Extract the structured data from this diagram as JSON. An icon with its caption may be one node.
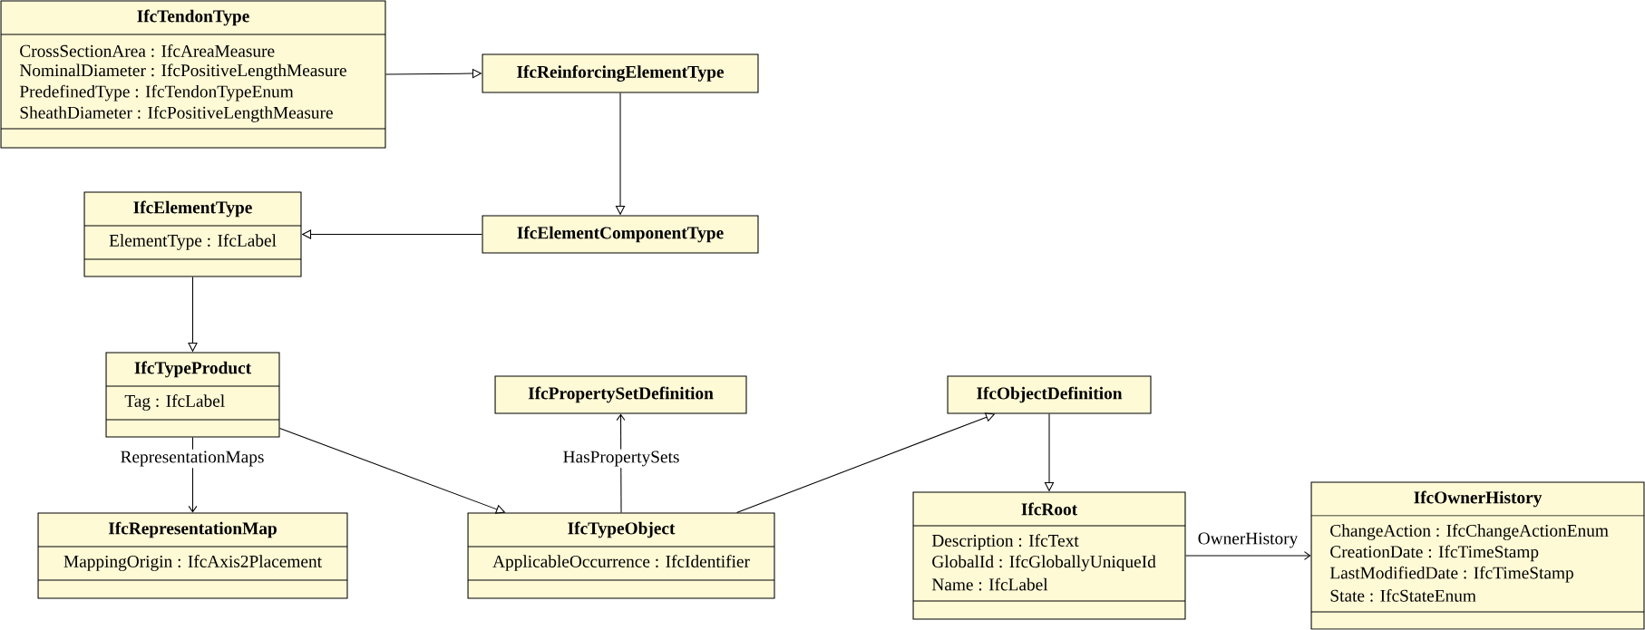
{
  "diagram": {
    "nodes": [
      {
        "text": [
          "IfcTendonType",
          "CrossSectionArea : IfcAreaMeasure",
          "NominalDiameter : IfcPositiveLengthMeasure",
          "PredefinedType : IfcTendonTypeEnum",
          "SheathDiameter : IfcPositiveLengthMeasure"
        ]
      },
      {
        "text": [
          "IfcReinforcingElementType"
        ]
      },
      {
        "text": [
          "IfcElementType",
          "ElementType : IfcLabel"
        ]
      },
      {
        "text": [
          "IfcElementComponentType"
        ]
      },
      {
        "text": [
          "IfcTypeProduct",
          "Tag : IfcLabel"
        ]
      },
      {
        "text": [
          "IfcPropertySetDefinition"
        ]
      },
      {
        "text": [
          "IfcObjectDefinition"
        ]
      },
      {
        "text": [
          "IfcRepresentationMap",
          "MappingOrigin : IfcAxis2Placement"
        ]
      },
      {
        "text": [
          "IfcTypeObject",
          "ApplicableOccurrence : IfcIdentifier"
        ]
      },
      {
        "text": [
          "IfcRoot",
          "Description : IfcText",
          "GlobalId : IfcGloballyUniqueId",
          "Name : IfcLabel"
        ]
      },
      {
        "text": [
          "IfcOwnerHistory",
          "ChangeAction : IfcChangeActionEnum",
          "CreationDate : IfcTimeStamp",
          "LastModifiedDate : IfcTimeStamp",
          "State : IfcStateEnum"
        ]
      }
    ],
    "edges": [
      {
        "from": 0,
        "to": 1,
        "arrow": "to"
      },
      {
        "from": 1,
        "to": 3,
        "arrow": "to"
      },
      {
        "from": 3,
        "to": 2,
        "arrow": "to"
      },
      {
        "from": 2,
        "to": 4,
        "arrow": "to"
      },
      {
        "from": 4,
        "to": 7,
        "arrow": "to",
        "label": "RepresentationMaps"
      },
      {
        "from": 4,
        "to": 8,
        "arrow": "to"
      },
      {
        "from": 8,
        "to": 5,
        "arrow": "to",
        "label": "HasPropertySets"
      },
      {
        "from": 8,
        "to": 6,
        "arrow": "to"
      },
      {
        "from": 6,
        "to": 9,
        "arrow": "to"
      },
      {
        "from": 9,
        "to": 10,
        "arrow": "to",
        "label": "OwnerHistory"
      }
    ]
  }
}
